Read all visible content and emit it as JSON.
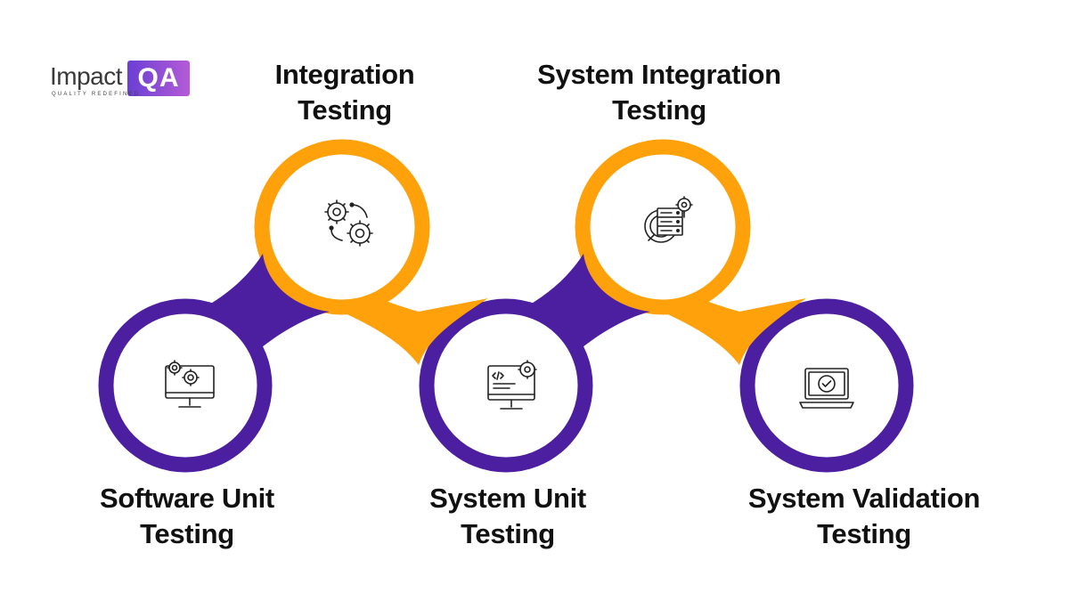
{
  "brand": {
    "name_word": "Impact",
    "name_box": "QA",
    "tagline": "QUALITY REDEFINED",
    "box_gradient_start": "#6a3fd4",
    "box_gradient_end": "#b45bd6"
  },
  "colors": {
    "purple": "#4b1fa0",
    "orange": "#ffa10a",
    "icon_stroke": "#222222",
    "label_text": "#111111"
  },
  "steps": [
    {
      "line1": "Software Unit",
      "line2": "Testing",
      "color": "purple",
      "icon": "monitor-gears-icon"
    },
    {
      "line1": "Integration",
      "line2": "Testing",
      "color": "orange",
      "icon": "gears-connection-icon"
    },
    {
      "line1": "System Unit",
      "line2": "Testing",
      "color": "purple",
      "icon": "monitor-code-gear-icon"
    },
    {
      "line1": "System Integration",
      "line2": "Testing",
      "color": "orange",
      "icon": "server-gear-icon"
    },
    {
      "line1": "System Validation",
      "line2": "Testing",
      "color": "purple",
      "icon": "laptop-check-icon"
    }
  ]
}
